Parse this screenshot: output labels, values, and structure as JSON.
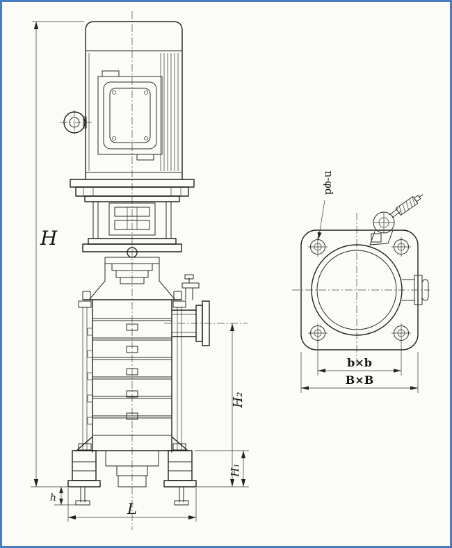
{
  "colors": {
    "border_blue": "#4a7cc2",
    "ink": "#222222",
    "paper": "#fbfbf8"
  },
  "front_view": {
    "dims": {
      "H": "H",
      "H2": "H₂",
      "H1": "H₁",
      "h": "h",
      "L": "L"
    }
  },
  "top_view": {
    "bolt_note": "n-φd",
    "dims": {
      "bxb": "b×b",
      "BXB": "B×B"
    }
  }
}
